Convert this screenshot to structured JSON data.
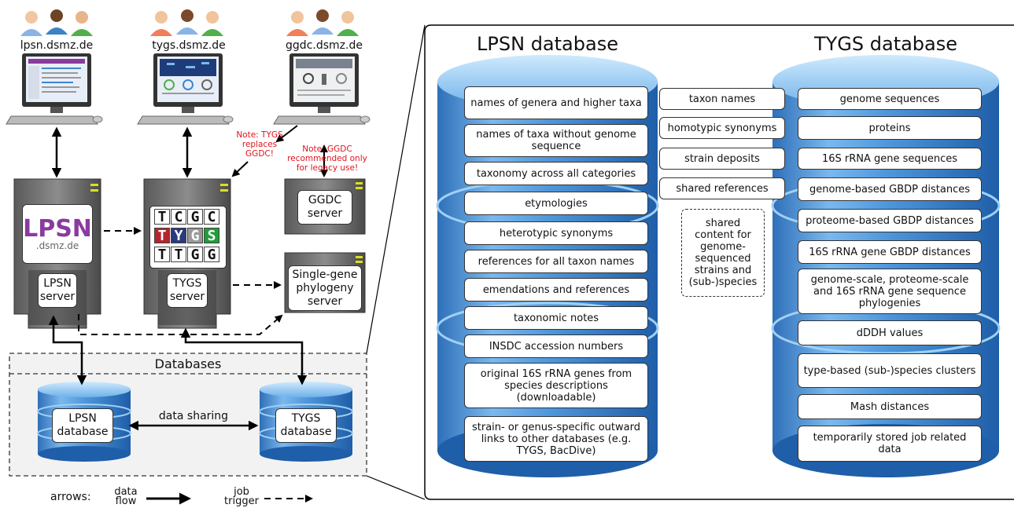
{
  "sites": [
    "lpsn.dsmz.de",
    "tygs.dsmz.de",
    "ggdc.dsmz.de"
  ],
  "servers": {
    "lpsn_logo_main": "LPSN",
    "lpsn_logo_sub": ".dsmz.de",
    "lpsn": "LPSN server",
    "tygs": "TYGS server",
    "ggdc": "GGDC server",
    "single_gene": "Single-gene phylogeny server",
    "tygs_tiles": [
      "T",
      "C",
      "G",
      "C",
      "T",
      "Y",
      "G",
      "S",
      "T",
      "T",
      "G",
      "G"
    ]
  },
  "notes": {
    "tygs_replaces": "Note: TYGS replaces GGDC!",
    "ggdc_legacy": "Note: GGDC recommended only for legacy use!"
  },
  "databases_panel": {
    "title": "Databases",
    "lpsn_db": "LPSN database",
    "tygs_db": "TYGS database",
    "sharing": "data sharing"
  },
  "legend": {
    "arrows": "arrows:",
    "data_flow": "data flow",
    "job_trigger": "job trigger"
  },
  "lpsn_database": {
    "title": "LPSN database",
    "items": [
      "names of genera and higher taxa",
      "names of taxa without genome sequence",
      "taxonomy across all categories",
      "etymologies",
      "heterotypic synonyms",
      "references for all taxon names",
      "emendations and references",
      "taxonomic notes",
      "INSDC accession numbers",
      "original 16S rRNA genes from species descriptions (downloadable)",
      "strain- or genus-specific outward links to other databases (e.g. TYGS, BacDive)"
    ]
  },
  "shared": {
    "items": [
      "taxon names",
      "homotypic synonyms",
      "strain deposits",
      "shared references"
    ],
    "note": "shared content for genome-sequenced strains and (sub-)species"
  },
  "tygs_database": {
    "title": "TYGS database",
    "items": [
      "genome sequences",
      "proteins",
      "16S rRNA gene sequences",
      "genome-based GBDP distances",
      "proteome-based GBDP distances",
      "16S rRNA gene GBDP distances",
      "genome-scale, proteome-scale and 16S rRNA gene sequence phylogenies",
      "dDDH values",
      "type-based (sub-)species clusters",
      "Mash distances",
      "temporarily stored job related data"
    ]
  },
  "colors": {
    "cylinder": "#3d86d2",
    "cylinder_light": "#9fd0f5",
    "note_red": "#e0141e",
    "lpsn_purple": "#8b3a9e",
    "tile_red": "#b3262e",
    "tile_navy": "#2a3a7e",
    "tile_green": "#1f9e3a"
  }
}
